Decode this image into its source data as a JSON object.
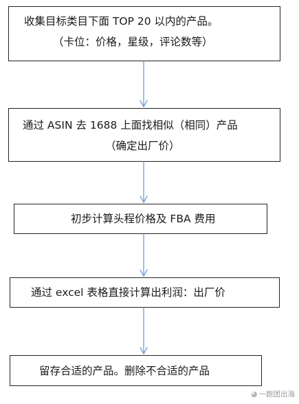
{
  "steps": [
    {
      "line1": "收集目标类目下面 TOP 20 以内的产品。",
      "line2": "（卡位：价格，星级，评论数等）"
    },
    {
      "line1": "通过 ASIN 去 1688 上面找相似（相同）产品",
      "line2": "（确定出厂价）"
    },
    {
      "line1": "初步计算头程价格及 FBA 费用"
    },
    {
      "line1": "通过 excel 表格直接计算出利润：出厂价"
    },
    {
      "line1": "留存合适的产品。删除不合适的产品"
    }
  ],
  "watermark": {
    "text": "一跑团出海",
    "icon": "wechat-icon"
  },
  "colors": {
    "arrow": "#6f9fd2",
    "border": "#222222"
  }
}
